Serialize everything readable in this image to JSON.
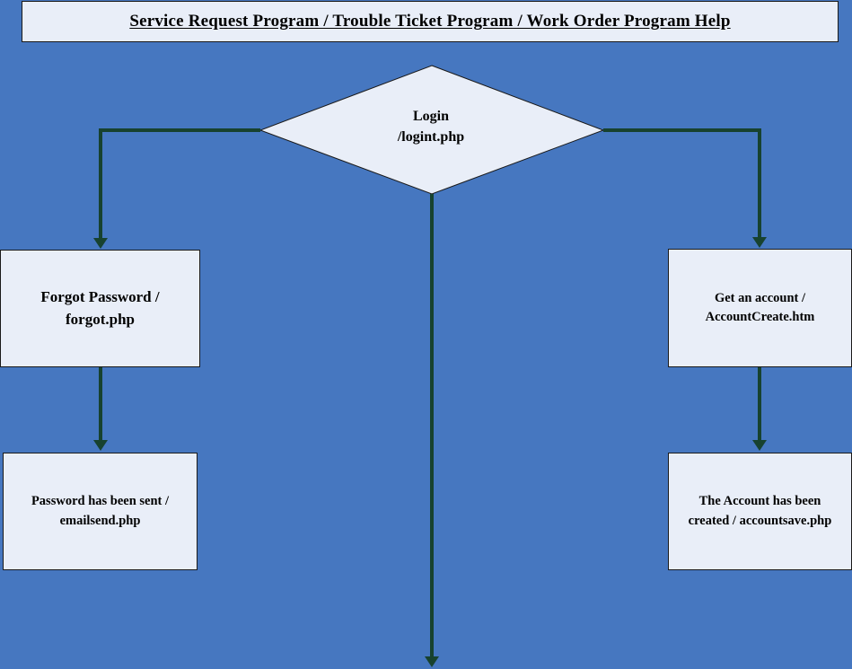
{
  "title": "Service Request Program / Trouble Ticket Program / Work Order Program Help",
  "nodes": {
    "login": {
      "line1": "Login",
      "line2": "/logint.php"
    },
    "forgot": {
      "line1": "Forgot Password /",
      "line2": "forgot.php"
    },
    "emailsend": {
      "line1": "Password has been sent /",
      "line2": "emailsend.php"
    },
    "account_create": {
      "line1": "Get an account /",
      "line2": "AccountCreate.htm"
    },
    "account_save": {
      "line1": "The Account has been",
      "line2": "created / accountsave.php"
    }
  },
  "colors": {
    "background": "#4677c0",
    "node_fill": "#e9eef8",
    "connector": "#17422f",
    "border": "#1a1a1a"
  }
}
